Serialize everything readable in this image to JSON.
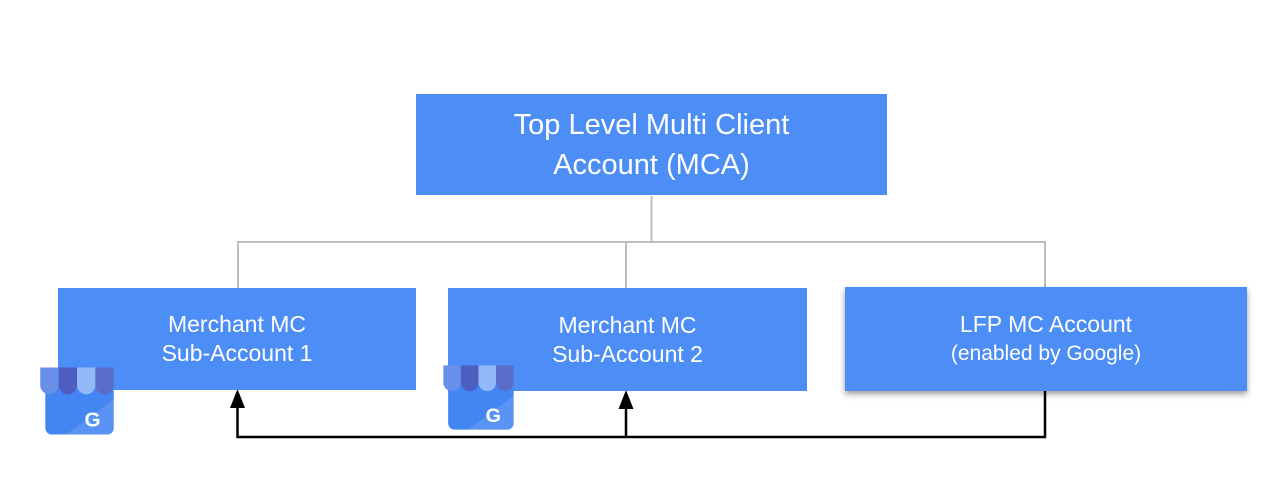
{
  "page": {
    "background": "#FFFFFF"
  },
  "colors": {
    "node_fill": "#4C8DF6",
    "node_text": "#FFFFFF",
    "tree_line": "#BDBDBD",
    "flow_line": "#000000"
  },
  "diagram": {
    "root": {
      "label_lines": [
        "Top Level Multi Client",
        "Account (MCA)"
      ]
    },
    "children": [
      {
        "label_lines": [
          "Merchant MC",
          "Sub-Account 1"
        ],
        "icon": "google-my-business-icon"
      },
      {
        "label_lines": [
          "Merchant MC",
          "Sub-Account 2"
        ],
        "icon": "google-my-business-icon"
      },
      {
        "label_lines": [
          "LFP MC Account",
          "(enabled by Google)"
        ]
      }
    ]
  },
  "icons": {
    "google_my_business": {
      "name": "google-my-business-icon",
      "letter": "G",
      "body_color": "#4385F3",
      "awning_colors": [
        "#6890E9",
        "#4C5EC0",
        "#93B9F8",
        "#5A6DC9"
      ]
    }
  }
}
